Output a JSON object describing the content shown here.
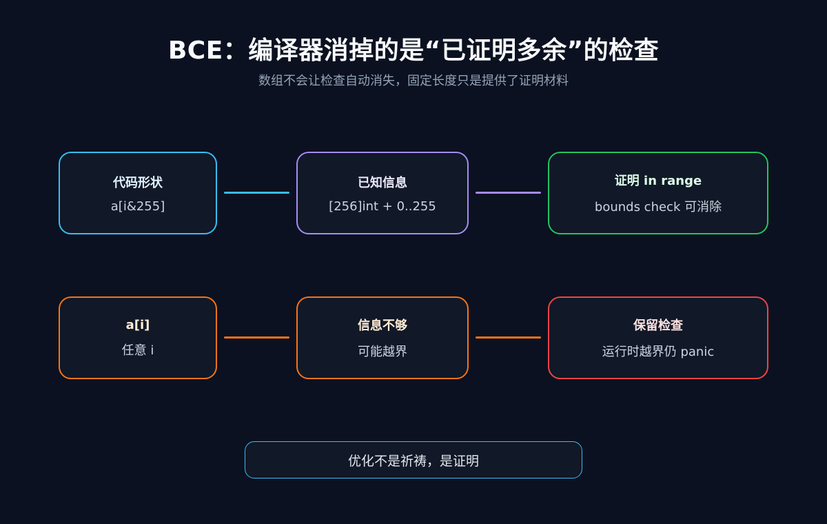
{
  "title": "BCE：编译器消掉的是“已证明多余”的检查",
  "subtitle": "数组不会让检查自动消失，固定长度只是提供了证明材料",
  "rows": [
    [
      {
        "label": "代码形状",
        "detail": "a[i&255]",
        "border": "#38bdf8",
        "label_color": "#e0f2fe"
      },
      {
        "label": "已知信息",
        "detail": "[256]int + 0..255",
        "border": "#a78bfa",
        "label_color": "#ede9fe"
      },
      {
        "label": "证明 in range",
        "detail": "bounds check 可消除",
        "border": "#22c55e",
        "label_color": "#dcfce7"
      }
    ],
    [
      {
        "label": "a[i]",
        "detail": "任意 i",
        "border": "#f97316",
        "label_color": "#ffedd5"
      },
      {
        "label": "信息不够",
        "detail": "可能越界",
        "border": "#f97316",
        "label_color": "#ffedd5"
      },
      {
        "label": "保留检查",
        "detail": "运行时越界仍 panic",
        "border": "#ef4444",
        "label_color": "#fee2e2"
      }
    ]
  ],
  "edge_colors": [
    [
      "#38bdf8",
      "#a78bfa"
    ],
    [
      "#f97316",
      "#f97316"
    ]
  ],
  "footer": "优化不是祈祷，是证明"
}
